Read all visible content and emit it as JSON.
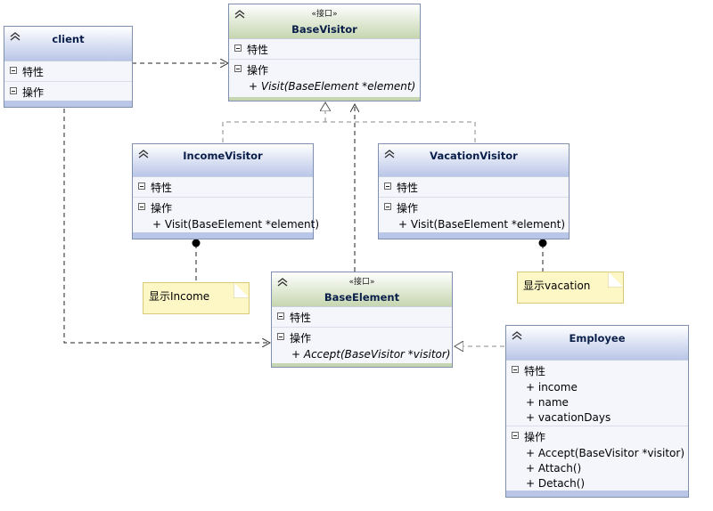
{
  "sections": {
    "attributes": "特性",
    "operations": "操作"
  },
  "stereotype": "«接口»",
  "classes": {
    "client": {
      "name": "client"
    },
    "base_visitor": {
      "name": "BaseVisitor",
      "ops": [
        "+ Visit(BaseElement *element)"
      ]
    },
    "income_visitor": {
      "name": "IncomeVisitor",
      "ops": [
        "+ Visit(BaseElement *element)"
      ]
    },
    "vacation_visitor": {
      "name": "VacationVisitor",
      "ops": [
        "+ Visit(BaseElement *element)"
      ]
    },
    "base_element": {
      "name": "BaseElement",
      "ops": [
        "+ Accept(BaseVisitor *visitor)"
      ]
    },
    "employee": {
      "name": "Employee",
      "attrs": [
        "+ income",
        "+ name",
        "+ vacationDays"
      ],
      "ops": [
        "+ Accept(BaseVisitor *visitor)",
        "+ Attach()",
        "+ Detach()"
      ]
    }
  },
  "notes": {
    "income": "显示Income",
    "vacation": "显示vacation"
  },
  "colors": {
    "class_header": "#b9c6e8",
    "interface_header": "#c6d6b0",
    "note": "#fdf7c6",
    "border": "#7f8fb0"
  },
  "icons": [
    "collapse-chevron-icon",
    "section-toggle-icon"
  ]
}
